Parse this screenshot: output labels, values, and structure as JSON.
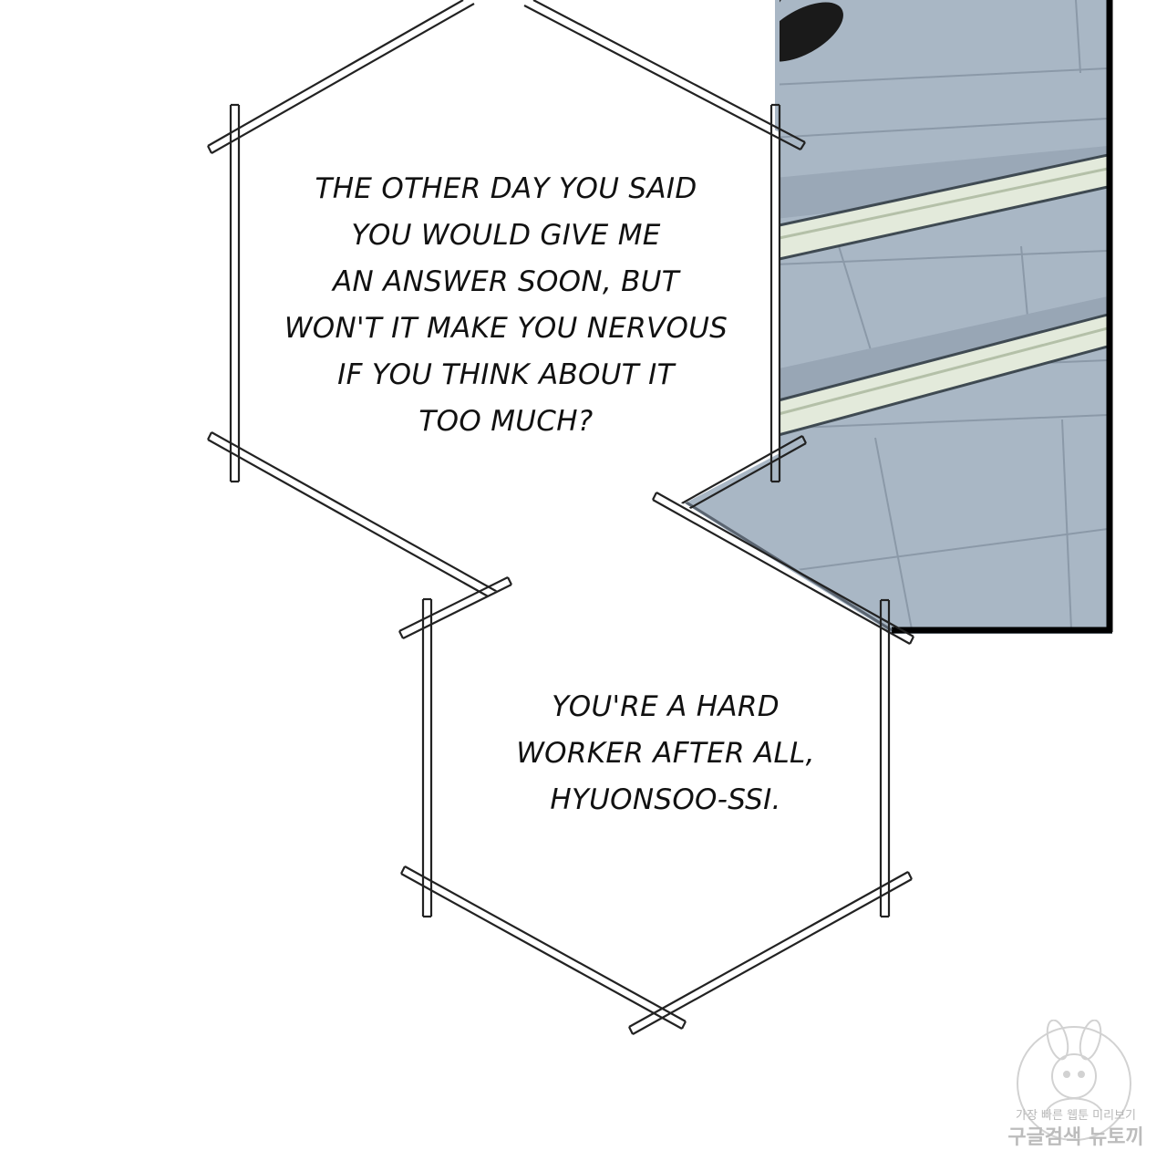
{
  "bubble_top": {
    "lines": [
      "THE OTHER DAY YOU SAID",
      "YOU WOULD GIVE ME",
      "AN ANSWER SOON, BUT",
      "WON'T IT MAKE YOU NERVOUS",
      "IF YOU THINK ABOUT IT",
      "TOO MUCH?"
    ]
  },
  "bubble_bottom": {
    "lines": [
      "YOU'RE A HARD",
      "WORKER AFTER ALL,",
      "HYUONSOO-SSI."
    ]
  },
  "watermark": {
    "line1": "가장 빠른 웹툰 미리보기",
    "line2": "구글검색 뉴토끼"
  },
  "colors": {
    "floor": "#a9b7c5",
    "floor_dark": "#8d9cab",
    "frame_border": "#000000",
    "stripe": "#dfe7d3"
  }
}
